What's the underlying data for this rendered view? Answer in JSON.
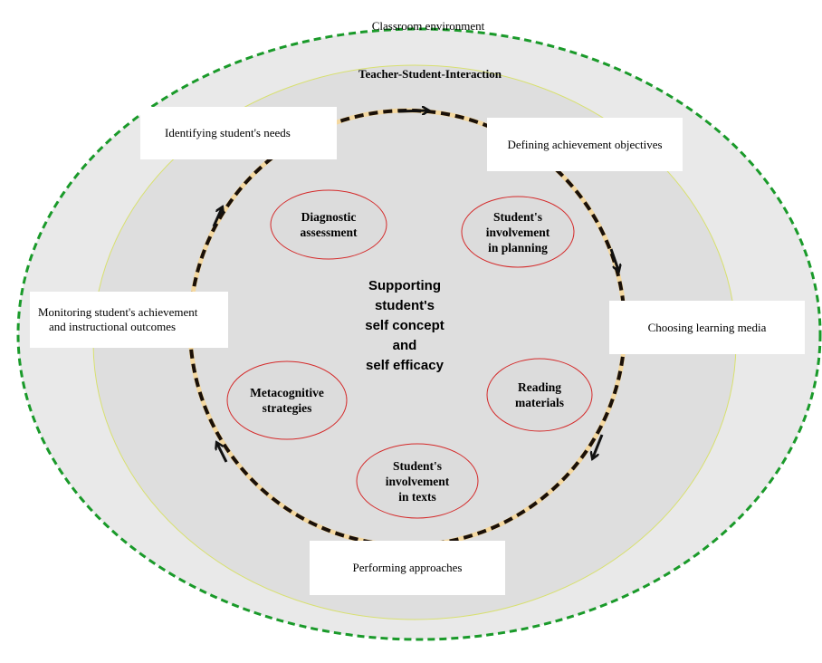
{
  "outer_label": "Classroom environment",
  "middle_label": "Teacher-Student-Interaction",
  "center_lines": [
    "Supporting",
    "student's",
    "self concept",
    "and",
    "self efficacy"
  ],
  "cycle_steps": {
    "identifying": "Identifying student's needs",
    "defining": "Defining achievement objectives",
    "choosing": "Choosing learning media",
    "performing": "Performing approaches",
    "monitoring_1": "Monitoring student's achievement",
    "monitoring_2": "and instructional outcomes"
  },
  "inner_ovals": {
    "diagnostic": [
      "Diagnostic",
      "assessment"
    ],
    "planning": [
      "Student's",
      "involvement",
      "in planning"
    ],
    "metacognitive": [
      "Metacognitive",
      "strategies"
    ],
    "reading": [
      "Reading",
      "materials"
    ],
    "texts": [
      "Student's",
      "involvement",
      "in texts"
    ]
  },
  "colors": {
    "outer_border": "#1a9a2a",
    "oval_border": "#d42a2a",
    "middle_border": "#d8e070",
    "outer_fill": "#e9e9e9",
    "middle_fill": "#dedede"
  }
}
